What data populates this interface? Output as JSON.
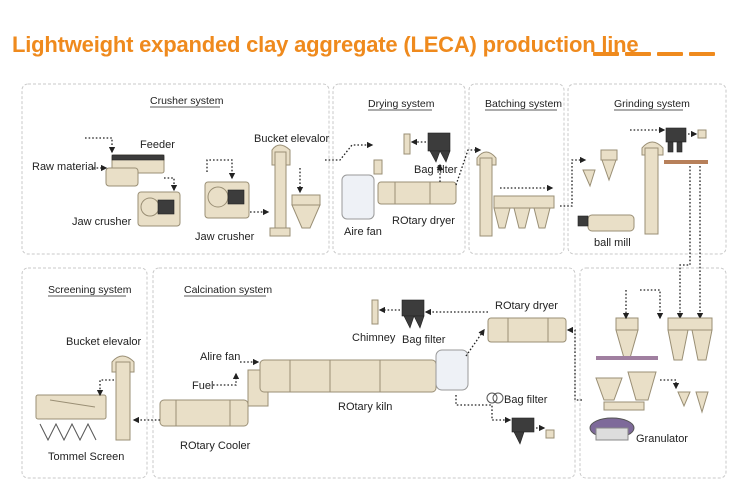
{
  "title": "Lightweight expanded clay aggregate (LECA) production line",
  "sections": {
    "crusher": "Crusher system",
    "drying": "Drying system",
    "batching": "Batching system",
    "grinding": "Grinding system",
    "screening": "Screening system",
    "calcination": "Calcination system"
  },
  "labels": {
    "raw_material": "Raw material",
    "feeder": "Feeder",
    "jaw_crusher_1": "Jaw crusher",
    "jaw_crusher_2": "Jaw crusher",
    "bucket_elevator_1": "Bucket elevalor",
    "bag_filter_1": "Bag filter",
    "rotary_dryer_1": "ROtary dryer",
    "aire_fan": "Aire fan",
    "ball_mill": "ball mill",
    "bucket_elevator_2": "Bucket elevalor",
    "tommel_screen": "Tommel Screen",
    "alire_fan": "Alire fan",
    "fuel": "Fuel",
    "chimney": "Chimney",
    "bag_filter_2": "Bag filter",
    "rotary_dryer_2": "ROtary dryer",
    "rotary_kiln": "ROtary kiln",
    "rotary_cooler": "ROtary Cooler",
    "bag_filter_3": "Bag filter",
    "granulator": "Granulator"
  },
  "colors": {
    "accent": "#ef8a1d",
    "machine": "#e9dfc7",
    "border": "#c9c9c9"
  }
}
